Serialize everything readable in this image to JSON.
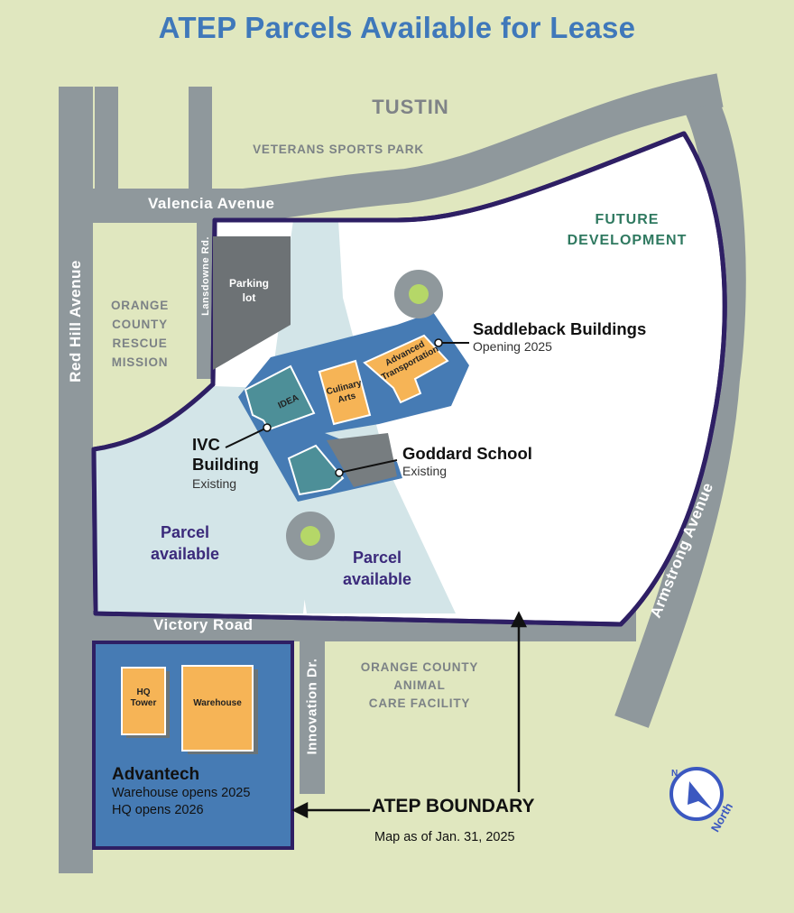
{
  "title": "ATEP Parcels Available for Lease",
  "areas": {
    "tustin": "TUSTIN",
    "veterans": "VETERANS SPORTS PARK",
    "ocrm": [
      "ORANGE",
      "COUNTY",
      "RESCUE",
      "MISSION"
    ],
    "ocacf": [
      "ORANGE COUNTY",
      "ANIMAL",
      "CARE FACILITY"
    ],
    "future": [
      "FUTURE",
      "DEVELOPMENT"
    ]
  },
  "roads": {
    "valencia": "Valencia Avenue",
    "redhill": "Red Hill Avenue",
    "victory": "Victory Road",
    "armstrong": "Armstrong Avenue",
    "innovation": "Innovation Dr.",
    "lansdowne": "Lansdowne Rd."
  },
  "parking": [
    "Parking",
    "lot"
  ],
  "parcels": {
    "left": [
      "Parcel",
      "available"
    ],
    "right": [
      "Parcel",
      "available"
    ]
  },
  "buildings": {
    "idea": "IDEA",
    "culinary": [
      "Culinary",
      "Arts"
    ],
    "advanced": [
      "Advanced",
      "Transportation"
    ],
    "saddleback": {
      "name": "Saddleback Buildings",
      "status": "Opening 2025"
    },
    "ivc": {
      "name": [
        "IVC",
        "Building"
      ],
      "status": "Existing"
    },
    "goddard": {
      "name": "Goddard School",
      "status": "Existing"
    },
    "hq": [
      "HQ",
      "Tower"
    ],
    "warehouse": "Warehouse",
    "advantech": {
      "name": "Advantech",
      "lines": [
        "Warehouse opens 2025",
        "HQ opens 2026"
      ]
    }
  },
  "boundary_label": "ATEP BOUNDARY",
  "map_date": "Map as of Jan. 31, 2025",
  "compass": {
    "n": "N",
    "label": "North"
  },
  "colors": {
    "background": "#e0e7bf",
    "road": "#8f989c",
    "boundary": "#2e1f64",
    "parcel": "#d3e5e8",
    "campus": "#467bb4",
    "saddleback_building": "#f6b456",
    "ivc_building": "#4d8f98",
    "title": "#3f78ba"
  }
}
